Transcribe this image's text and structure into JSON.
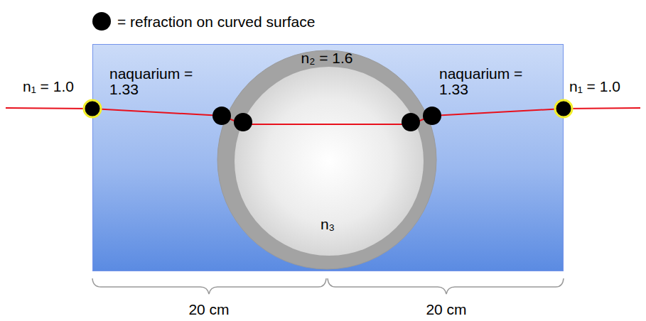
{
  "diagram": {
    "nodes": [
      {
        "text": [
          "naquarium = 1.33",
          "naquarium = 1.33"
        ]
      },
      {
        "text": [
          "n₂ = 1.6"
        ],
        "in": 0
      },
      {
        "text": [
          "n₃"
        ],
        "in": 1
      }
    ],
    "labels": [
      "n₁ = 1.0",
      "n₁ = 1.0",
      "20 cm",
      "20 cm"
    ],
    "legend": [
      {
        "text": "= refraction on curved surface"
      }
    ]
  }
}
